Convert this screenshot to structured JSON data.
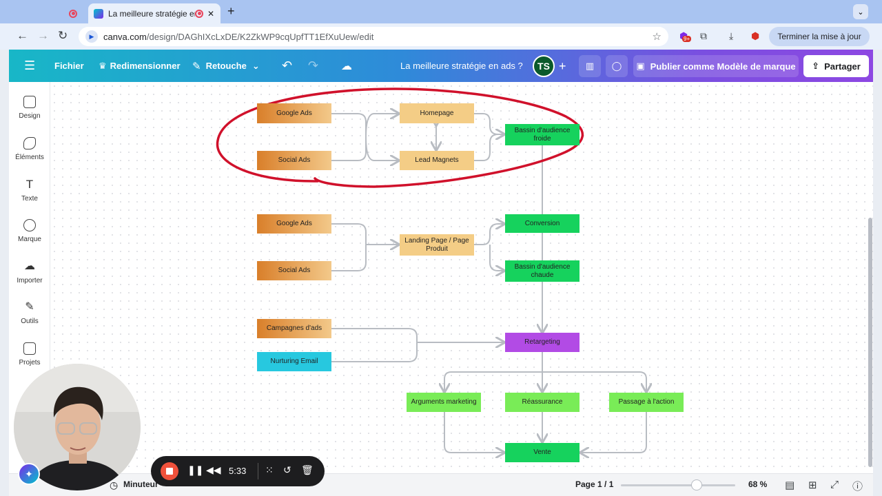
{
  "browser": {
    "tab_title": "La meilleure stratégie en ads ?",
    "url_host": "canva.com",
    "url_path": "/design/DAGhIXcLxDE/K2ZkWP9cqUpfTT1EfXuUew/edit",
    "extension_badge": "9+",
    "update_button": "Terminer la mise à jour"
  },
  "canva": {
    "menu_file": "Fichier",
    "menu_resize": "Redimensionner",
    "menu_retouch": "Retouche",
    "design_title": "La meilleure stratégie en ads ?",
    "avatar_initials": "TS",
    "publish_template": "Publier comme Modèle de marque",
    "share": "Partager"
  },
  "sidebar": {
    "items": [
      {
        "label": "Design",
        "icon": "design-icon"
      },
      {
        "label": "Éléments",
        "icon": "elements-icon"
      },
      {
        "label": "Texte",
        "icon": "text-icon"
      },
      {
        "label": "Marque",
        "icon": "brand-icon"
      },
      {
        "label": "Importer",
        "icon": "upload-icon"
      },
      {
        "label": "Outils",
        "icon": "tools-icon"
      },
      {
        "label": "Projets",
        "icon": "projects-icon"
      }
    ]
  },
  "diagram": {
    "row1": {
      "google_ads": "Google Ads",
      "social_ads": "Social Ads",
      "homepage": "Homepage",
      "lead_magnets": "Lead Magnets",
      "cold_audience": "Bassin d'audience froide"
    },
    "row2": {
      "google_ads": "Google Ads",
      "social_ads": "Social Ads",
      "landing_page": "Landing Page / Page Produit",
      "conversion": "Conversion",
      "warm_audience": "Bassin d'audience chaude"
    },
    "row3": {
      "campaigns": "Campagnes d'ads",
      "nurturing": "Nurturing Email",
      "retargeting": "Retargeting",
      "arguments": "Arguments marketing",
      "reassurance": "Réassurance",
      "action": "Passage à l'action",
      "sale": "Vente"
    },
    "colors": {
      "orange": "#d97f2a",
      "beige": "#f4cd86",
      "green": "#16d25d",
      "light_green": "#79ec57",
      "purple": "#b24be5",
      "cyan": "#27c8df",
      "red_annotation": "#d0112b",
      "connector": "#b8bcc2"
    }
  },
  "footer": {
    "timer": "Minuteur",
    "page": "Page 1 / 1",
    "zoom": "68 %",
    "zoom_fraction": 0.68
  },
  "recorder": {
    "time": "5:33"
  }
}
